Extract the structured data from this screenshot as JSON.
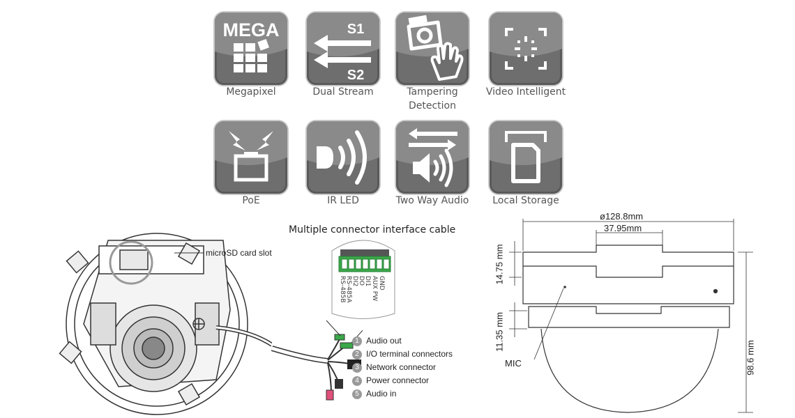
{
  "features": [
    {
      "label": "Megapixel",
      "icon": "megapixel-icon",
      "icon_text": "MEGA"
    },
    {
      "label": "Dual Stream",
      "icon": "dual-stream-icon",
      "icon_text_1": "S1",
      "icon_text_2": "S2"
    },
    {
      "label": "Tampering Detection",
      "icon": "tampering-icon"
    },
    {
      "label": "Video Intelligent",
      "icon": "video-intelligent-icon"
    },
    {
      "label": "PoE",
      "icon": "poe-icon"
    },
    {
      "label": "IR LED",
      "icon": "ir-led-icon"
    },
    {
      "label": "Two Way Audio",
      "icon": "two-way-audio-icon"
    },
    {
      "label": "Local Storage",
      "icon": "local-storage-icon"
    }
  ],
  "cable_title": "Multiple connector interface cable",
  "sd_slot_label": "microSD card slot",
  "terminal_pins": [
    "GND",
    "AUX PW",
    "DI1",
    "DO",
    "DI2",
    "RS-485A",
    "RS-485B"
  ],
  "connectors": [
    {
      "num": "1",
      "label": "Audio out"
    },
    {
      "num": "2",
      "label": "I/O terminal connectors"
    },
    {
      "num": "3",
      "label": "Network connector"
    },
    {
      "num": "4",
      "label": "Power connector"
    },
    {
      "num": "5",
      "label": "Audio in"
    }
  ],
  "dimensions": {
    "diameter": "ø128.8mm",
    "top_width": "37.95mm",
    "top_height": "14.75 mm",
    "mid_height": "11.35 mm",
    "total_height": "98.6 mm",
    "mic": "MIC"
  },
  "colors": {
    "tile": "#6e6e6e",
    "tile_border": "#5a5a5a",
    "connector_green": "#3aa84a",
    "connector_pink": "#e0507a"
  }
}
